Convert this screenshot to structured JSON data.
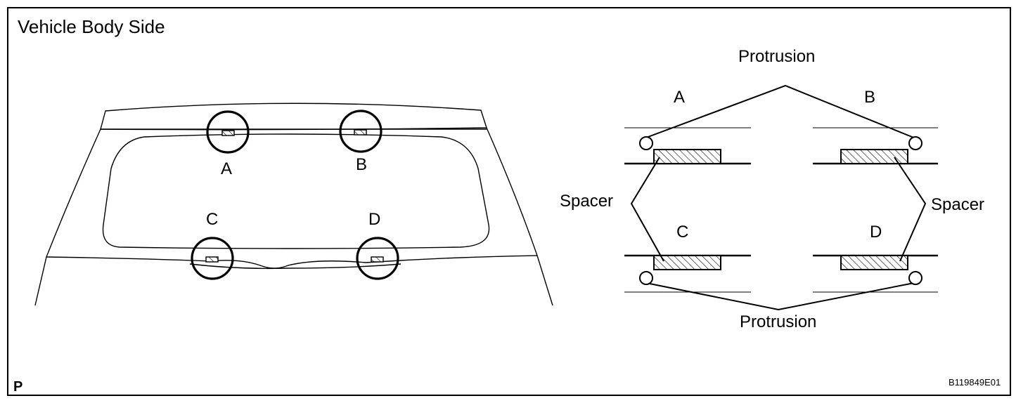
{
  "diagram": {
    "title": "Vehicle Body Side",
    "corner_mark": "P",
    "figure_id": "B119849E01",
    "vehicle_view": {
      "points": [
        "A",
        "B",
        "C",
        "D"
      ]
    },
    "detail_view": {
      "protrusion_top": "Protrusion",
      "protrusion_bottom": "Protrusion",
      "spacer_left": "Spacer",
      "spacer_right": "Spacer",
      "points": [
        "A",
        "B",
        "C",
        "D"
      ]
    }
  }
}
